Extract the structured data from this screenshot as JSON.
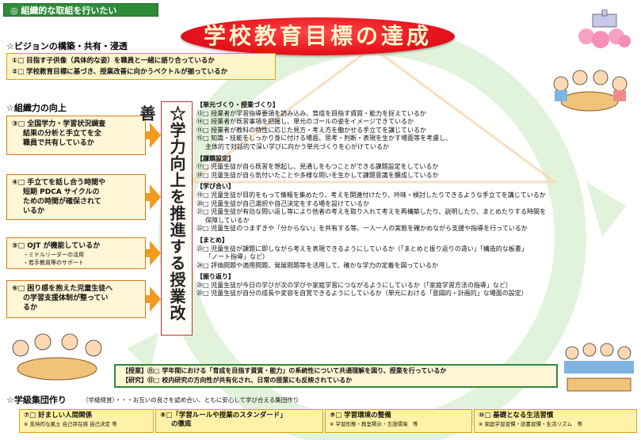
{
  "header": {
    "label": "◎ 組織的な取組を行いたい",
    "main_title": "学校教育目標の達成"
  },
  "vision": {
    "title": "☆ビジョンの構築・共有・浸透",
    "items": [
      "①□ 目指す子供像（具体的な姿）を職員と一緒に語り合っているか",
      "②□ 学校教育目標に基づき、授業改善に向かうベクトルが揃っているか"
    ]
  },
  "org": {
    "title": "☆組織力の向上",
    "boxes": [
      {
        "lines": [
          "③□ 全国学力・学習状況調査",
          "結果の分析と手立てを全",
          "職員で共有しているか"
        ],
        "subs": []
      },
      {
        "lines": [
          "④□ 手立てを話し合う時間や",
          "短期 PDCA サイクルの",
          "ための時間が確保されて",
          "いるか"
        ],
        "subs": []
      },
      {
        "lines": [
          "⑤□ OJT が機能しているか"
        ],
        "subs": [
          "・ミドルリーダーの活用",
          "・若手教員等のサポート"
        ]
      },
      {
        "lines": [
          "⑥□ 困り感を抱えた児童生徒へ",
          "の学習支援体制が整ってい",
          "るか"
        ],
        "subs": []
      }
    ]
  },
  "vertical_title": "☆学力向上を推進する授業改善",
  "sections": [
    {
      "heading": "【単元づくり・授業づくり】",
      "items": [
        "⑬□ 授業者が学習指導要領を読み込み、育成を目指す資質・能力を捉えているか",
        "⑭□ 授業者が既習事項を把握し、単元のゴールの姿をイメージできているか",
        "⑮□ 授業者が教科の特性に応じた見方・考え方を働かせる手立てを講じているか",
        "⑯□ 知識・技能をしっかり身に付ける場面、思考・判断・表現を生かす場面等を考慮し、",
        "主体的で対話的で深い学びに向かう単元づくりを心がけているか"
      ]
    },
    {
      "heading": "【課題設定】",
      "items": [
        "⑰□ 児童生徒が自ら既習を想起し、見通しをもつことができる課題設定をしているか",
        "⑱□ 児童生徒が自ら気付いたことや多様な問いを生かして課題意識を醸成しているか"
      ]
    },
    {
      "heading": "【学び合い】",
      "items": [
        "⑲□ 児童生徒が目的をもって情報を集めたり、考えを関連付けたり、吟味・検討したりできるような手立てを講じているか",
        "⑳□ 児童生徒が自己選択や自己決定をする場を設けているか",
        "㉑□ 児童生徒が有効な問い返し等により他者の考えを取り入れて考えを再構築したり、説明したり、まとめたりする時間を",
        "保障しているか",
        "㉒□ 児童生徒のつまずきや「分からない」を共有する等、一人一人の実態を確かめながら支援や指導を行っているか"
      ]
    },
    {
      "heading": "【まとめ】",
      "items": [
        "㉓□ 児童生徒が課題に即しながら考えを表現できるようにしているか（「まとめと振り返りの違い」「構造的な板書」",
        "「ノート指導」など）",
        "㉔□ 評価問題や適用問題、発展問題等を活用して、確かな学力の定着を図っているか"
      ]
    },
    {
      "heading": "【振り返り】",
      "items": [
        "㉕□ 児童生徒が今日の学びが次の学びや家庭学習につながるようにしているか（「家庭学習方法の指導」など）",
        "㉖□ 児童生徒が自分の成長や変容を自覚できるようにしているか（単元における「意図的・計画的」な場面の設定）"
      ]
    }
  ],
  "bottom_box": [
    "【授業】⑪□ 学年間における「育成を目指す資質・能力」の系統性について共通理解を図り、授業を行っているか",
    "【研究】⑫□ 校内研究の方向性が共有化され、日常の授業にも反映されているか"
  ],
  "class": {
    "title": "☆学級集団作り",
    "subtitle": "（学級経営）・・・お互いの良さを認め合い、ともに安心して学び合える集団作り",
    "boxes": [
      {
        "label": "⑦□ 好ましい人間関係",
        "sub": "※ 支持的な風土 自己存在感 自己決定 等"
      },
      {
        "label": "⑧□「学習ルールや授業のスタンダード」",
        "label2": "の徹底"
      },
      {
        "label": "⑨□ 学習環境の整備",
        "sub": "※ 学習形態・教室掲示・言語環境　等"
      },
      {
        "label": "⑩□ 基礎となる生活習慣",
        "sub": "※ 家庭学習習慣・読書習慣・生活リズム　等"
      }
    ]
  },
  "colors": {
    "accent_red": "#e8141d",
    "green": "#2e8b3a",
    "orange": "#f29a1e",
    "cream": "#fff6d6"
  }
}
